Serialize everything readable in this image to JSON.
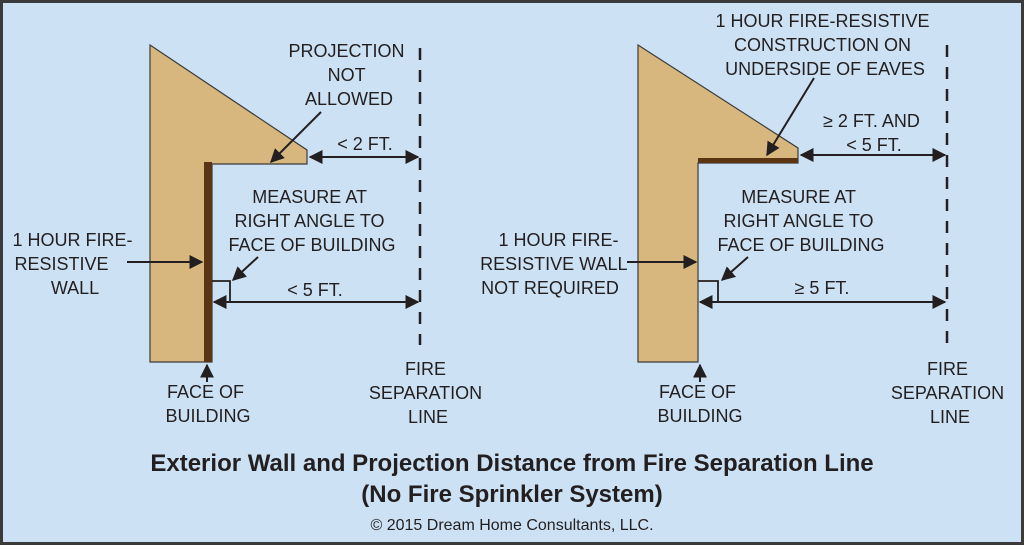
{
  "colors": {
    "background": "#cce1f4",
    "building": "#d8b77f",
    "fire_resistive": "#5b3413",
    "ink": "#231f20",
    "frame": "#3a3a3a"
  },
  "left_panel": {
    "projection_label": [
      "PROJECTION",
      "NOT",
      "ALLOWED"
    ],
    "projection_distance": "< 2 FT.",
    "measure_label": [
      "MEASURE AT",
      "RIGHT ANGLE TO",
      "FACE OF BUILDING"
    ],
    "wall_label": [
      "1 HOUR FIRE-",
      "RESISTIVE",
      "WALL"
    ],
    "wall_distance": "< 5 FT.",
    "face_label": [
      "FACE OF",
      "BUILDING"
    ],
    "fsl_label": [
      "FIRE",
      "SEPARATION",
      "LINE"
    ]
  },
  "right_panel": {
    "eave_label": [
      "1 HOUR FIRE-RESISTIVE",
      "CONSTRUCTION ON",
      "UNDERSIDE OF EAVES"
    ],
    "projection_distance": [
      "≥ 2 FT. AND",
      "< 5 FT."
    ],
    "measure_label": [
      "MEASURE AT",
      "RIGHT ANGLE TO",
      "FACE OF BUILDING"
    ],
    "wall_label": [
      "1 HOUR FIRE-",
      "RESISTIVE WALL",
      "NOT REQUIRED"
    ],
    "wall_distance": "≥ 5 FT.",
    "face_label": [
      "FACE OF",
      "BUILDING"
    ],
    "fsl_label": [
      "FIRE",
      "SEPARATION",
      "LINE"
    ]
  },
  "caption": {
    "title_line1": "Exterior Wall and Projection Distance from Fire Separation Line",
    "title_line2": "(No Fire Sprinkler System)",
    "copyright": "© 2015 Dream Home Consultants, LLC."
  }
}
